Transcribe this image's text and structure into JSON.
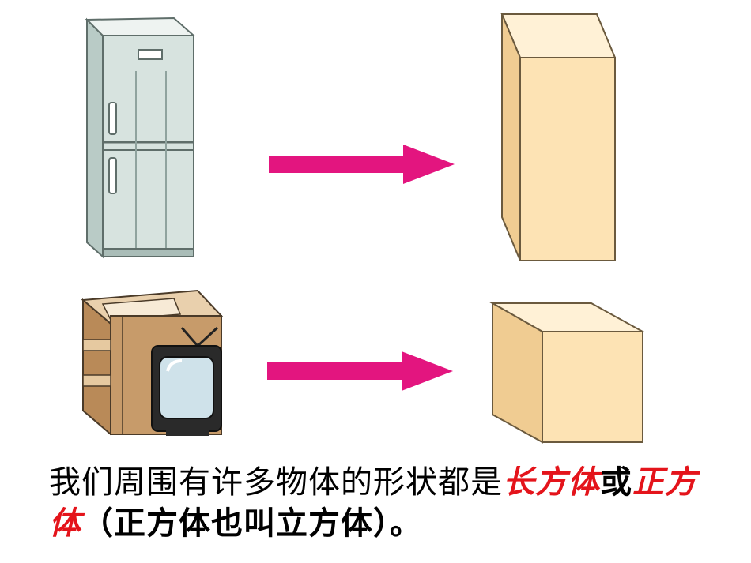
{
  "caption": {
    "part1": "我们周围有许多物体的形状都是",
    "term1": "长方体",
    "conj": "或",
    "term2": "正方体",
    "part2": "（正方体也叫立方体）。"
  },
  "colors": {
    "arrow": "#e3157f",
    "box_front": "#fde3b4",
    "box_top": "#fff1d6",
    "box_side": "#f0cc92",
    "fridge": "#d7e3df",
    "carton": "#c79b6a",
    "highlight": "#e4141b"
  },
  "icons": [
    "refrigerator-icon",
    "arrow-right-icon",
    "cuboid-icon",
    "tv-box-icon",
    "cube-icon"
  ]
}
